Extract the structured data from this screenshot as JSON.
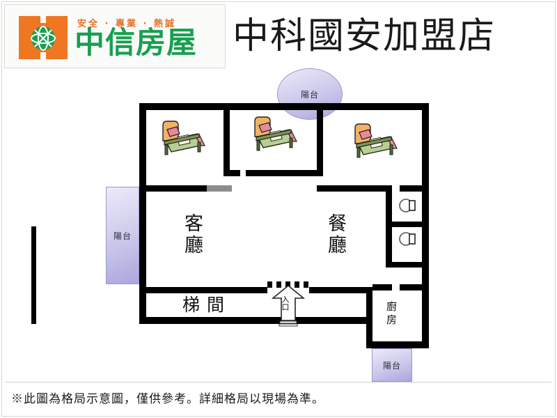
{
  "header": {
    "brand_tagline": "安全 · 專業 · 熱誠",
    "brand_name": "中信房屋",
    "store_title": "中科國安加盟店",
    "logo_orange": "#ef7722",
    "logo_green": "#17a04f"
  },
  "floorplan": {
    "balconies": [
      {
        "id": "top",
        "label": "陽台",
        "shape": "circle"
      },
      {
        "id": "left",
        "label": "陽台",
        "shape": "rect"
      },
      {
        "id": "bottom-right",
        "label": "陽台",
        "shape": "rect"
      }
    ],
    "rooms": [
      {
        "id": "living",
        "label": "客廳"
      },
      {
        "id": "dining",
        "label": "餐廳"
      },
      {
        "id": "stairwell",
        "label": "梯間"
      },
      {
        "id": "kitchen",
        "label": "廚房"
      }
    ],
    "entrance": {
      "label": "入口",
      "icon": "up-arrow-icon"
    },
    "bedrooms": [
      {
        "id": "bedroom-1",
        "icon": "bed-icon"
      },
      {
        "id": "bedroom-2",
        "icon": "bed-icon"
      },
      {
        "id": "bedroom-3",
        "icon": "bed-icon"
      }
    ],
    "bathrooms": [
      {
        "id": "bathroom-1",
        "icon": "toilet-icon"
      },
      {
        "id": "bathroom-2",
        "icon": "toilet-icon"
      }
    ],
    "colors": {
      "wall": "#000000",
      "balcony_fill": "#cbc8ec",
      "balcony_border": "#9a97c9",
      "bed_frame": "#5d7a3a",
      "bed_headboard": "#f2b263",
      "bed_pillow": "#e8899c"
    }
  },
  "footer": {
    "note": "※此圖為格局示意圖，僅供參考。詳細格局以現場為準。"
  }
}
